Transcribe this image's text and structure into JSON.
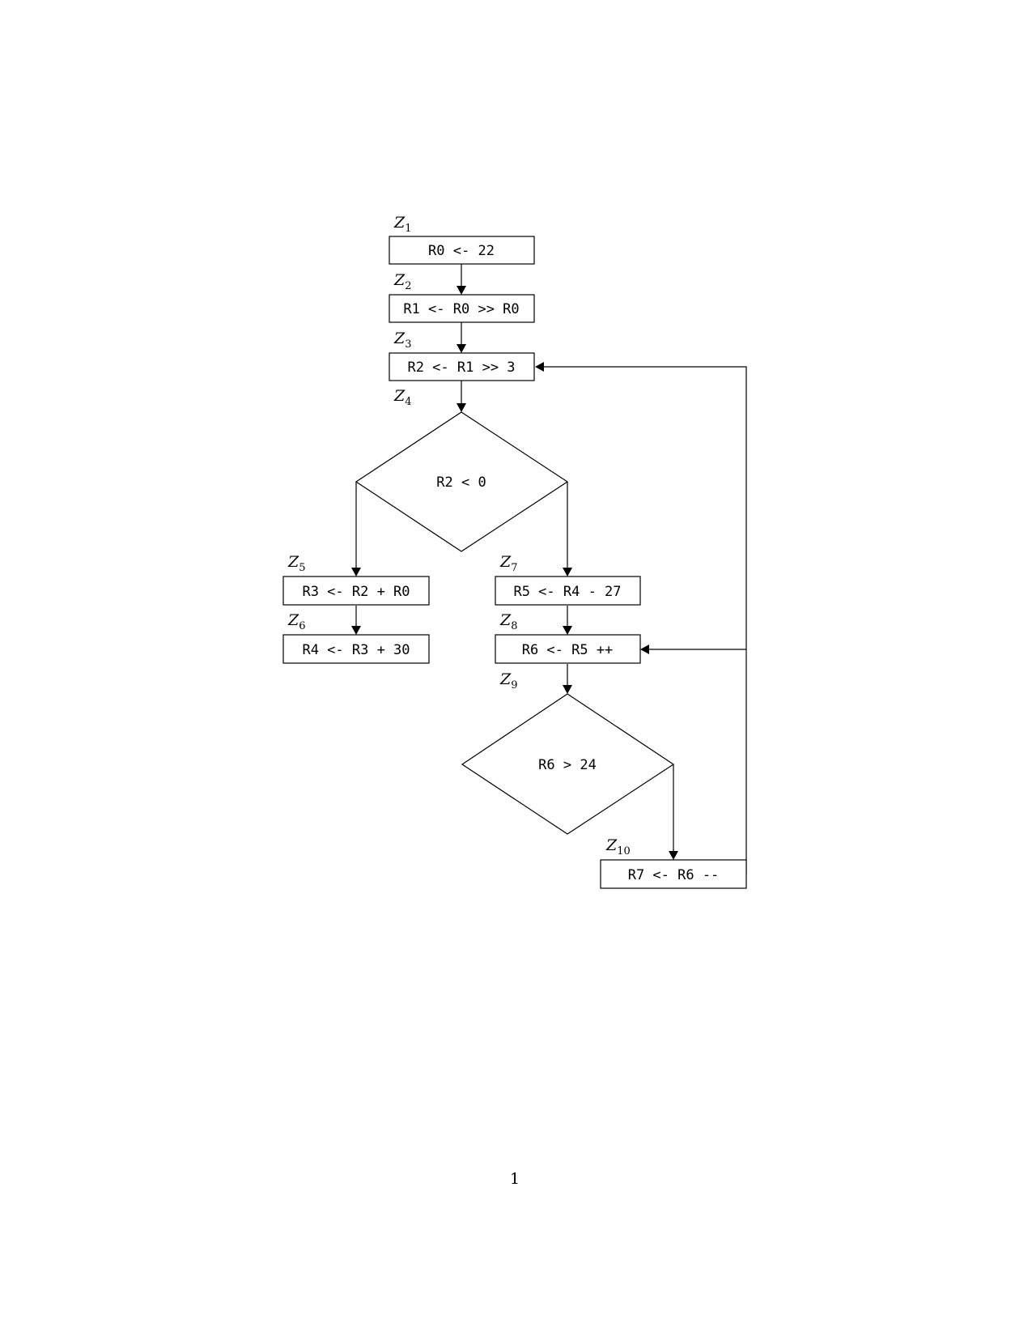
{
  "nodes": [
    {
      "id": "z1",
      "label": "Z",
      "sub": "1",
      "text": "R0 <- 22"
    },
    {
      "id": "z2",
      "label": "Z",
      "sub": "2",
      "text": "R1 <- R0 >> R0"
    },
    {
      "id": "z3",
      "label": "Z",
      "sub": "3",
      "text": "R2 <- R1 >> 3"
    },
    {
      "id": "z4",
      "label": "Z",
      "sub": "4",
      "text": "R2 < 0"
    },
    {
      "id": "z5",
      "label": "Z",
      "sub": "5",
      "text": "R3 <- R2 + R0"
    },
    {
      "id": "z6",
      "label": "Z",
      "sub": "6",
      "text": "R4 <- R3 + 30"
    },
    {
      "id": "z7",
      "label": "Z",
      "sub": "7",
      "text": "R5 <- R4 - 27"
    },
    {
      "id": "z8",
      "label": "Z",
      "sub": "8",
      "text": "R6 <- R5 ++"
    },
    {
      "id": "z9",
      "label": "Z",
      "sub": "9",
      "text": "R6 > 24"
    },
    {
      "id": "z10",
      "label": "Z",
      "sub": "10",
      "text": "R7 <- R6 --"
    }
  ],
  "page": {
    "number": "1"
  }
}
